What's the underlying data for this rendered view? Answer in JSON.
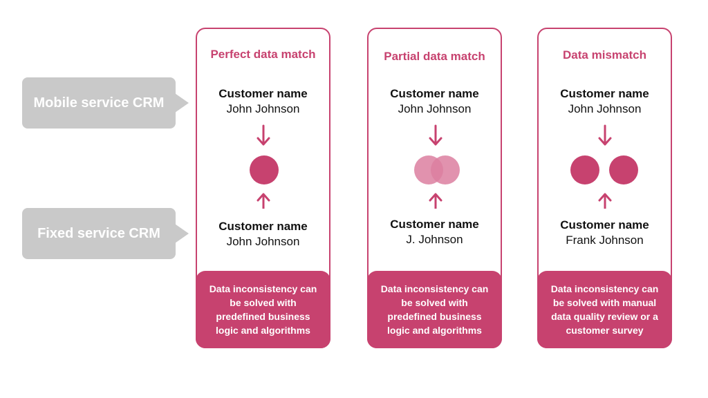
{
  "sources": {
    "mobile": "Mobile service CRM",
    "fixed": "Fixed service CRM"
  },
  "columns": [
    {
      "title": "Perfect data match",
      "top": {
        "label": "Customer name",
        "value": "John Johnson"
      },
      "bottom": {
        "label": "Customer name",
        "value": "John Johnson"
      },
      "note": "Data inconsistency can be solved with predefined business logic and algorithms"
    },
    {
      "title": "Partial data match",
      "top": {
        "label": "Customer name",
        "value": "John Johnson"
      },
      "bottom": {
        "label": "Customer name",
        "value": "J. Johnson"
      },
      "note": "Data inconsistency can be solved with predefined business logic and algorithms"
    },
    {
      "title": "Data mismatch",
      "top": {
        "label": "Customer name",
        "value": "John Johnson"
      },
      "bottom": {
        "label": "Customer name",
        "value": "Frank Johnson"
      },
      "note": "Data inconsistency can be solved with manual data quality review or a customer survey"
    }
  ],
  "colors": {
    "accent": "#c7426f",
    "accent_light": "#dc7fa0",
    "source_box": "#c9c9c9"
  }
}
